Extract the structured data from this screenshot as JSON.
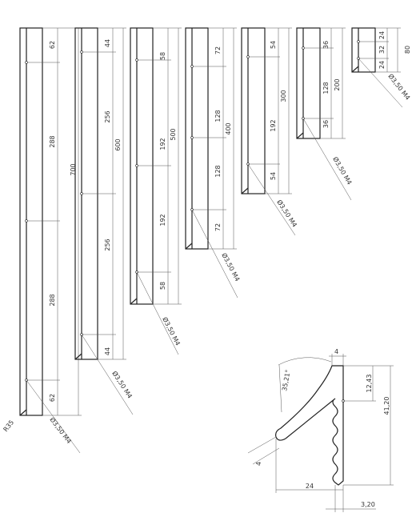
{
  "profiles": [
    {
      "id": "p700",
      "total": "700",
      "segments": [
        "62",
        "288",
        "288",
        "62"
      ],
      "hole_note": "Ø3,50 M4",
      "corner_note": "R35"
    },
    {
      "id": "p600",
      "total": "600",
      "segments": [
        "44",
        "256",
        "256",
        "44"
      ],
      "hole_note": "Ø3,50 M4"
    },
    {
      "id": "p500",
      "total": "500",
      "segments": [
        "58",
        "192",
        "192",
        "58"
      ],
      "hole_note": "Ø3,50 M4"
    },
    {
      "id": "p400",
      "total": "400",
      "segments": [
        "72",
        "128",
        "128",
        "72"
      ],
      "hole_note": "Ø3,50 M4"
    },
    {
      "id": "p300",
      "total": "300",
      "segments": [
        "54",
        "192",
        "54"
      ],
      "hole_note": "Ø3,50 M4"
    },
    {
      "id": "p200",
      "total": "200",
      "segments": [
        "36",
        "128",
        "36"
      ],
      "hole_note": "Ø3,50 M4"
    },
    {
      "id": "p80",
      "total": "80",
      "segments": [
        "24",
        "32",
        "24"
      ],
      "hole_note": "Ø3,50 M4"
    }
  ],
  "section": {
    "angle": "35,21°",
    "top_thickness": "4",
    "tip_thickness": "4",
    "hole_offset": "12,43",
    "height": "41,20",
    "width": "24",
    "wall": "3,20"
  }
}
